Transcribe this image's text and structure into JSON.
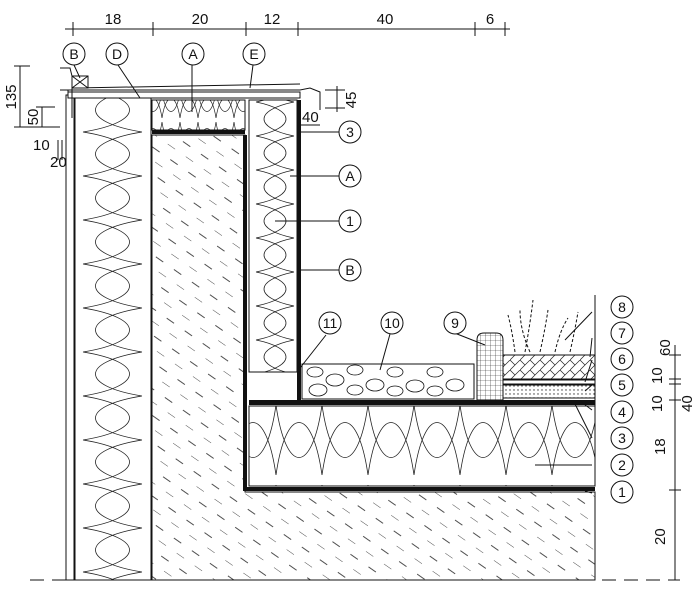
{
  "dimensions": {
    "top": [
      "18",
      "20",
      "12",
      "40",
      "6"
    ],
    "left": [
      "135",
      "50",
      "10",
      "20"
    ],
    "coping": [
      "45",
      "40"
    ],
    "right": [
      "60",
      "10",
      "10",
      "40",
      "18",
      "20"
    ]
  },
  "callouts": {
    "B_top": "B",
    "D": "D",
    "A_top": "A",
    "E": "E",
    "r3_top": "3",
    "A_side": "A",
    "r1_side": "1",
    "B_side": "B",
    "c11": "11",
    "c10": "10",
    "c9": "9",
    "c8": "8",
    "c7": "7",
    "c6": "6",
    "c5": "5",
    "c4": "4",
    "c3": "3",
    "c2": "2",
    "c1": "1"
  }
}
